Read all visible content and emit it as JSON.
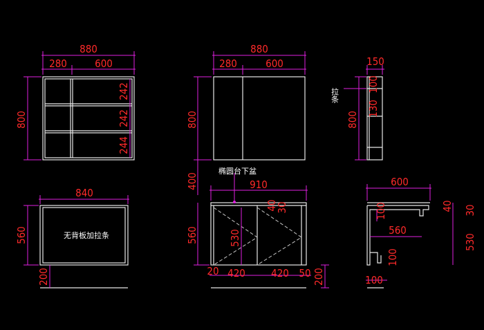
{
  "colors": {
    "background": "#000000",
    "dimension_text": "#ff2a2a",
    "dimension_line": "#e020e0",
    "outline": "#e8e8e8",
    "note_text": "#ffffff"
  },
  "views": {
    "top_left": {
      "total_width": "880",
      "left_width": "280",
      "right_width": "600",
      "height": "800",
      "shelf_1": "242",
      "shelf_2": "242",
      "shelf_3": "244"
    },
    "top_middle": {
      "total_width": "880",
      "left_width": "280",
      "right_width": "600",
      "height": "800"
    },
    "top_right": {
      "depth": "150",
      "label_1": "100",
      "label_2": "130",
      "height": "800",
      "note": "拉条"
    },
    "bottom_left": {
      "width": "840",
      "height": "560",
      "bottom_gap": "200",
      "note": "无背板加拉条"
    },
    "bottom_middle": {
      "note": "椭圆台下盆",
      "width": "910",
      "inset_1": "40",
      "inset_2": "30",
      "door_height": "530",
      "height_upper": "400",
      "height": "560",
      "foot_1": "20",
      "door_left": "420",
      "door_right": "420",
      "foot_2": "50",
      "bottom_gap": "200"
    },
    "bottom_right": {
      "width": "600",
      "depth_a": "40",
      "depth_b": "30",
      "back_1": "100",
      "inner_width": "560",
      "height": "530",
      "back_2": "100",
      "base": "100"
    }
  }
}
